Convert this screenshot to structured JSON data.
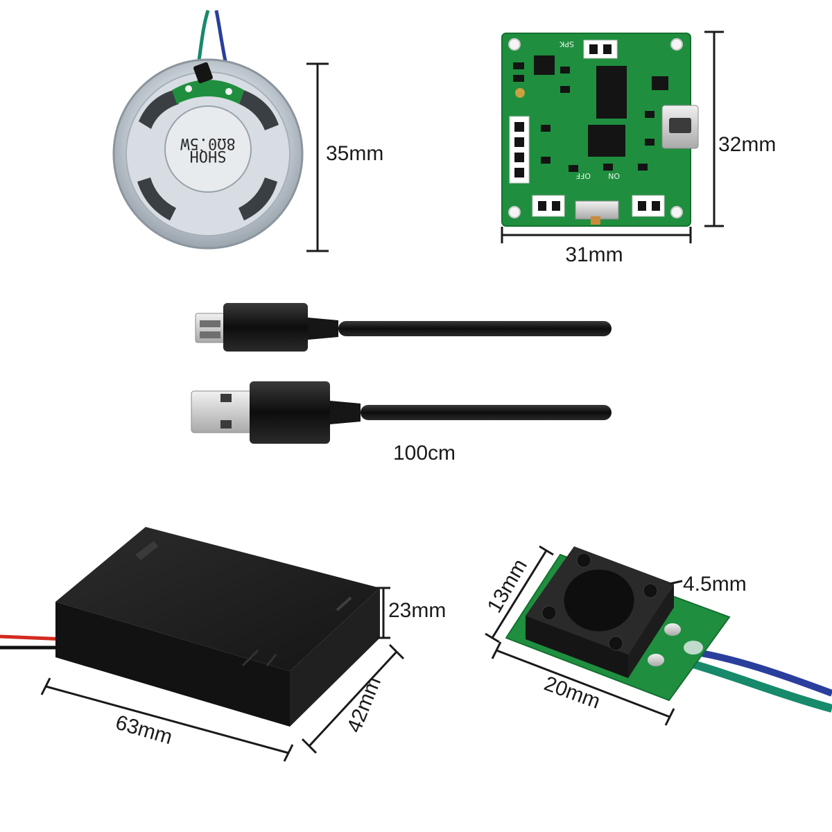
{
  "speaker": {
    "diameter": "35mm",
    "marking_line1": "8Ω0.5W",
    "marking_line2": "SHQH"
  },
  "module": {
    "height": "32mm",
    "width": "31mm",
    "silk_spk": "SPK",
    "silk_off": "OFF",
    "silk_on": "ON"
  },
  "cable": {
    "length": "100cm"
  },
  "battery_box": {
    "height": "23mm",
    "depth": "42mm",
    "width": "63mm"
  },
  "button_board": {
    "side": "13mm",
    "cap_height": "4.5mm",
    "width": "20mm"
  },
  "colors": {
    "pcb_green": "#1f8f3f",
    "wire_green": "#178a6b",
    "wire_blue": "#2a3f9c",
    "black_plastic": "#1b1b1b",
    "wire_red": "#d42a1f"
  }
}
